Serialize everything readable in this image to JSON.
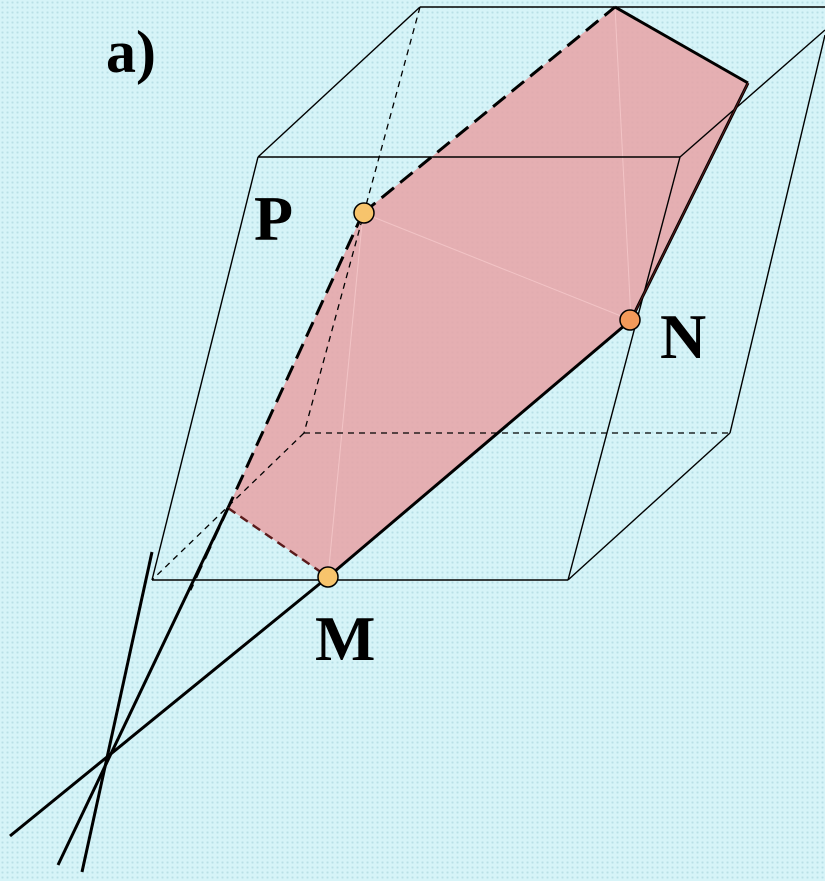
{
  "figure": {
    "label": "a)",
    "points": {
      "P": "P",
      "N": "N",
      "M": "M"
    }
  },
  "colors": {
    "background": "#d6f4f8",
    "section_fill": "#e8a2a6",
    "section_stroke": "#5a1a1a",
    "point_fill": "#f7c46c",
    "point_fill_n": "#f39a5a",
    "line": "#000000"
  }
}
